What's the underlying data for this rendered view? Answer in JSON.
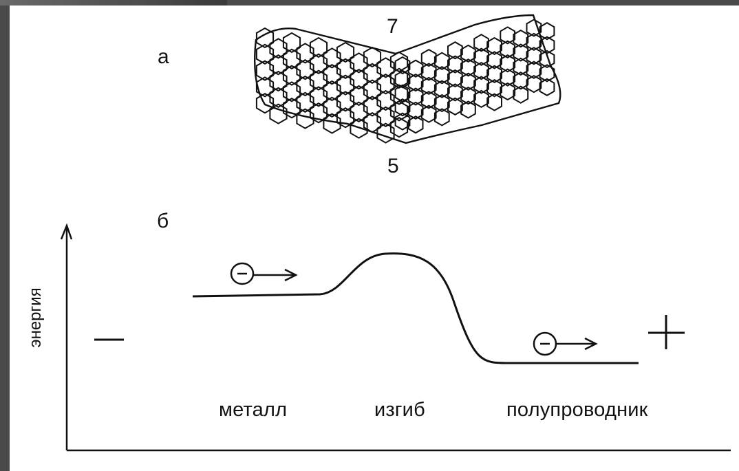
{
  "panel_a": {
    "label": "а",
    "defect_top": "7",
    "defect_bottom": "5"
  },
  "panel_b": {
    "label": "б",
    "axis_label": "энергия",
    "minus_sign": "−",
    "plus_sign": "+",
    "electron_sign": "-",
    "regions": [
      "металл",
      "изгиб",
      "полупроводник"
    ]
  },
  "colors": {
    "ink": "#111111",
    "paper": "#ffffff",
    "border": "#4a4a4a"
  }
}
